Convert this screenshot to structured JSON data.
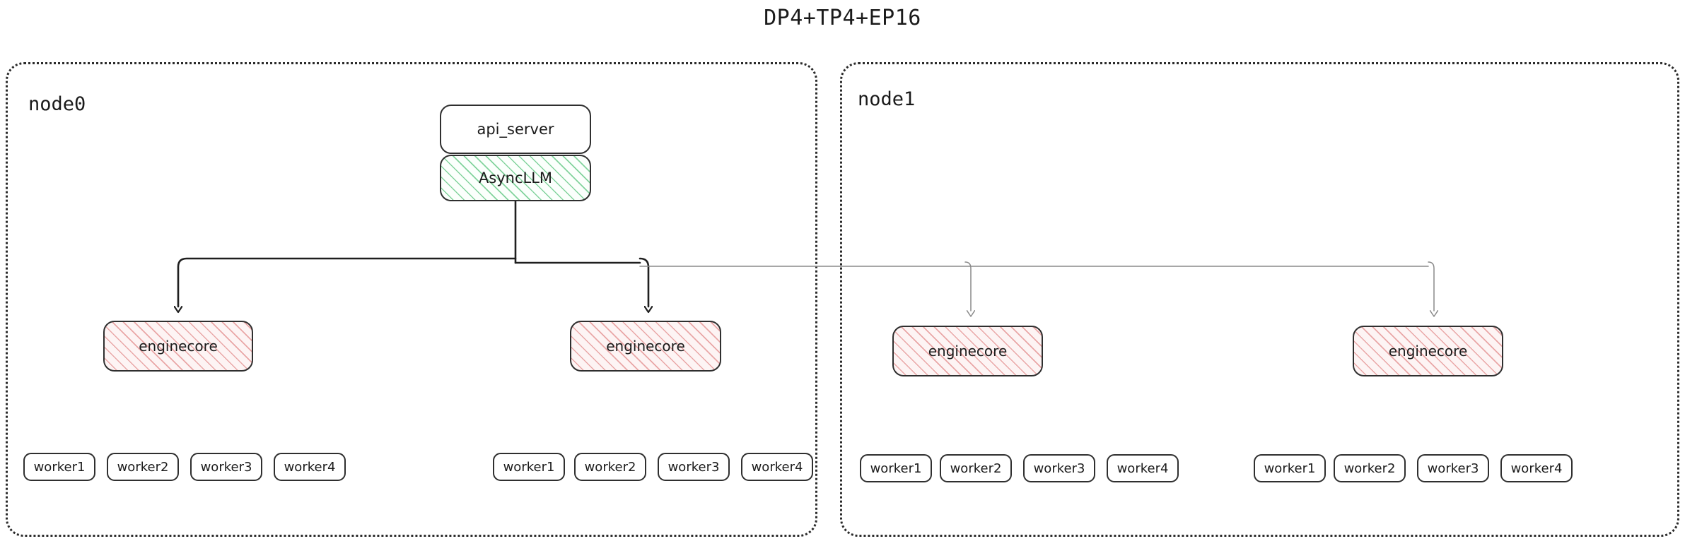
{
  "title": "DP4+TP4+EP16",
  "colors": {
    "background": "#ffffff",
    "stroke": "#2f2f2f",
    "node_border": "#2b2b2b",
    "text": "#1b1b1b",
    "async_hatch": "#6dcb8c",
    "enginecore_hatch": "#e28c8c",
    "local_wire": "#1f1f1f",
    "remote_wire": "#8a8a8a"
  },
  "nodes": [
    {
      "id": "node0",
      "label": "node0",
      "frontend": {
        "api_server": "api_server",
        "async_llm": "AsyncLLM"
      },
      "engine_groups": [
        {
          "enginecore": "enginecore",
          "workers": [
            "worker1",
            "worker2",
            "worker3",
            "worker4"
          ]
        },
        {
          "enginecore": "enginecore",
          "workers": [
            "worker1",
            "worker2",
            "worker3",
            "worker4"
          ]
        }
      ]
    },
    {
      "id": "node1",
      "label": "node1",
      "engine_groups": [
        {
          "enginecore": "enginecore",
          "workers": [
            "worker1",
            "worker2",
            "worker3",
            "worker4"
          ]
        },
        {
          "enginecore": "enginecore",
          "workers": [
            "worker1",
            "worker2",
            "worker3",
            "worker4"
          ]
        }
      ]
    }
  ],
  "connections": [
    {
      "from": "AsyncLLM",
      "to": "node0.enginecore.0",
      "style": "local"
    },
    {
      "from": "AsyncLLM",
      "to": "node0.enginecore.1",
      "style": "local"
    },
    {
      "from": "AsyncLLM",
      "to": "node1.enginecore.0",
      "style": "remote"
    },
    {
      "from": "AsyncLLM",
      "to": "node1.enginecore.1",
      "style": "remote"
    }
  ]
}
